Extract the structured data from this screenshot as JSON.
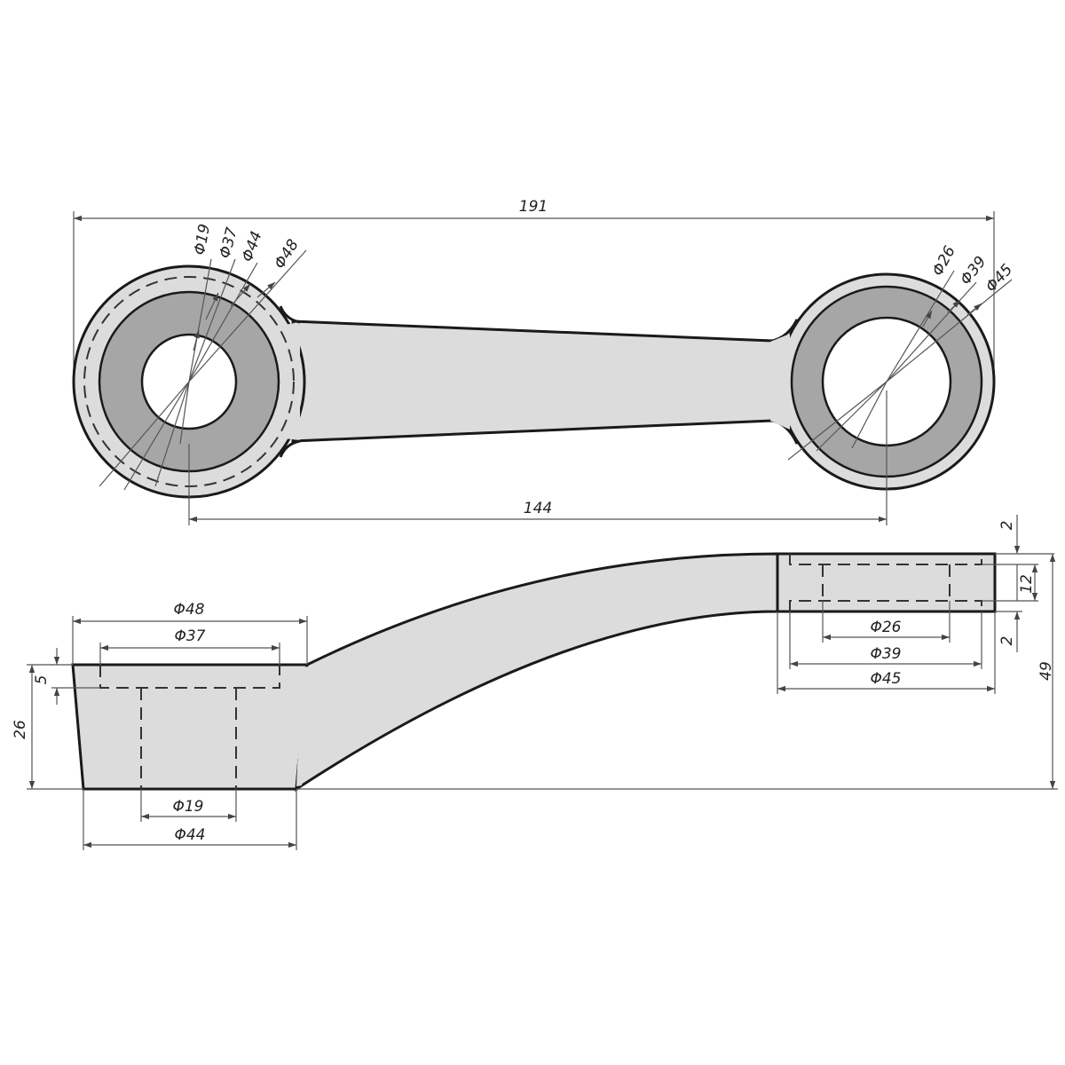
{
  "top_view": {
    "overall_length": "191",
    "center_distance": "144",
    "left_eye": {
      "d1": "Φ19",
      "d2": "Φ37",
      "d3": "Φ44",
      "d4": "Φ48"
    },
    "right_eye": {
      "d1": "Φ26",
      "d2": "Φ39",
      "d3": "Φ45"
    }
  },
  "side_view": {
    "left_boss": {
      "top_outer": "Φ48",
      "top_inner": "Φ37",
      "bottom_hole": "Φ19",
      "bottom_outer": "Φ44",
      "recess_depth": "5",
      "height": "26"
    },
    "right_boss": {
      "hole": "Φ26",
      "mid": "Φ39",
      "outer": "Φ45",
      "top_step": "2",
      "thickness": "12",
      "bottom_step": "2"
    },
    "overall_height": "49"
  },
  "colors": {
    "part_fill": "#dcdcdc",
    "ring_fill": "#a6a6a6",
    "line": "#1a1a1a",
    "dimension": "#555555"
  }
}
